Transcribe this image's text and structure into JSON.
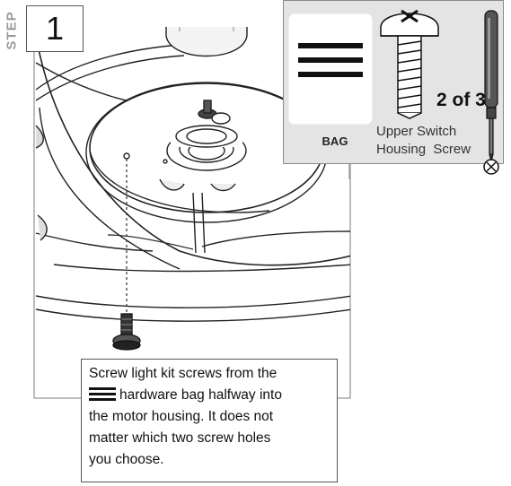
{
  "step": {
    "word": "STEP",
    "number": "1"
  },
  "parts": {
    "bag_label": "BAG",
    "count": "2 of 3",
    "part_name_line1": "Upper Switch",
    "part_name_line2": "Housing  Screw",
    "icons": [
      "hardware-bag-icon",
      "machine-screw-icon",
      "phillips-screwdriver-icon",
      "phillips-head-icon"
    ]
  },
  "callout": {
    "line1": "Screw light kit screws from the",
    "line2_after_icon": "hardware bag halfway into",
    "line3": "the motor housing. It does not",
    "line4": "matter which two screw holes",
    "line5": "you choose."
  }
}
